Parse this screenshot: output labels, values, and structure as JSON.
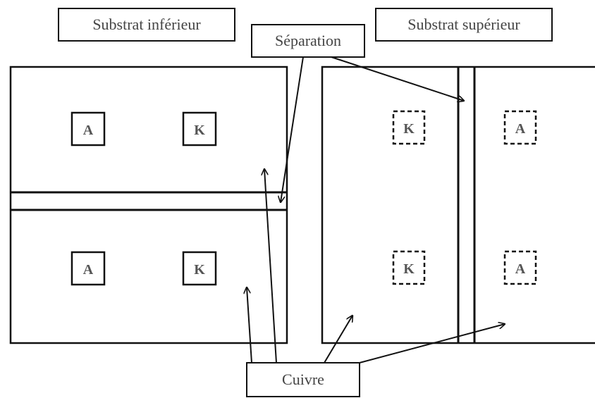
{
  "labels": {
    "substrat_inferieur": "Substrat inférieur",
    "substrat_superieur": "Substrat supérieur",
    "separation": "Séparation",
    "cuivre": "Cuivre"
  },
  "pads": {
    "lower": {
      "top_left": "A",
      "top_right": "K",
      "bottom_left": "A",
      "bottom_right": "K"
    },
    "upper": {
      "top_left": "K",
      "top_right": "A",
      "bottom_left": "K",
      "bottom_right": "A"
    }
  },
  "colors": {
    "line": "#111111",
    "text": "#444444",
    "background": "#ffffff"
  }
}
